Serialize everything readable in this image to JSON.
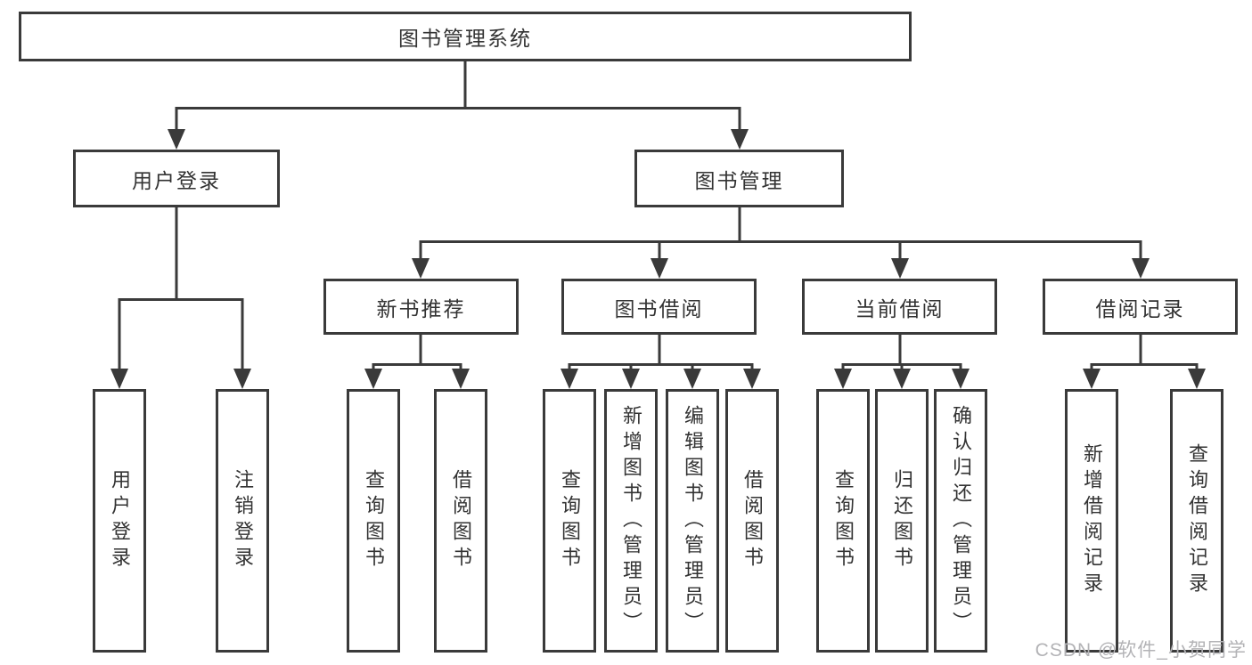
{
  "diagram": {
    "root": {
      "label": "图书管理系统"
    },
    "branches": [
      {
        "label": "用户登录",
        "children": [
          {
            "label": "用户登录"
          },
          {
            "label": "注销登录"
          }
        ]
      },
      {
        "label": "图书管理",
        "children": [
          {
            "label": "新书推荐",
            "children": [
              {
                "label": "查询图书"
              },
              {
                "label": "借阅图书"
              }
            ]
          },
          {
            "label": "图书借阅",
            "children": [
              {
                "label": "查询图书"
              },
              {
                "label": "新增图书（管理员）"
              },
              {
                "label": "编辑图书（管理员）"
              },
              {
                "label": "借阅图书"
              }
            ]
          },
          {
            "label": "当前借阅",
            "children": [
              {
                "label": "查询图书"
              },
              {
                "label": "归还图书"
              },
              {
                "label": "确认归还（管理员）"
              }
            ]
          },
          {
            "label": "借阅记录",
            "children": [
              {
                "label": "新增借阅记录"
              },
              {
                "label": "查询借阅记录"
              }
            ]
          }
        ]
      }
    ]
  },
  "watermark": {
    "text": "CSDN @软件_小贺同学"
  },
  "colors": {
    "line": "#3a3a3a",
    "text": "#333333",
    "watermark": "#b3b3b6",
    "background": "#ffffff"
  }
}
